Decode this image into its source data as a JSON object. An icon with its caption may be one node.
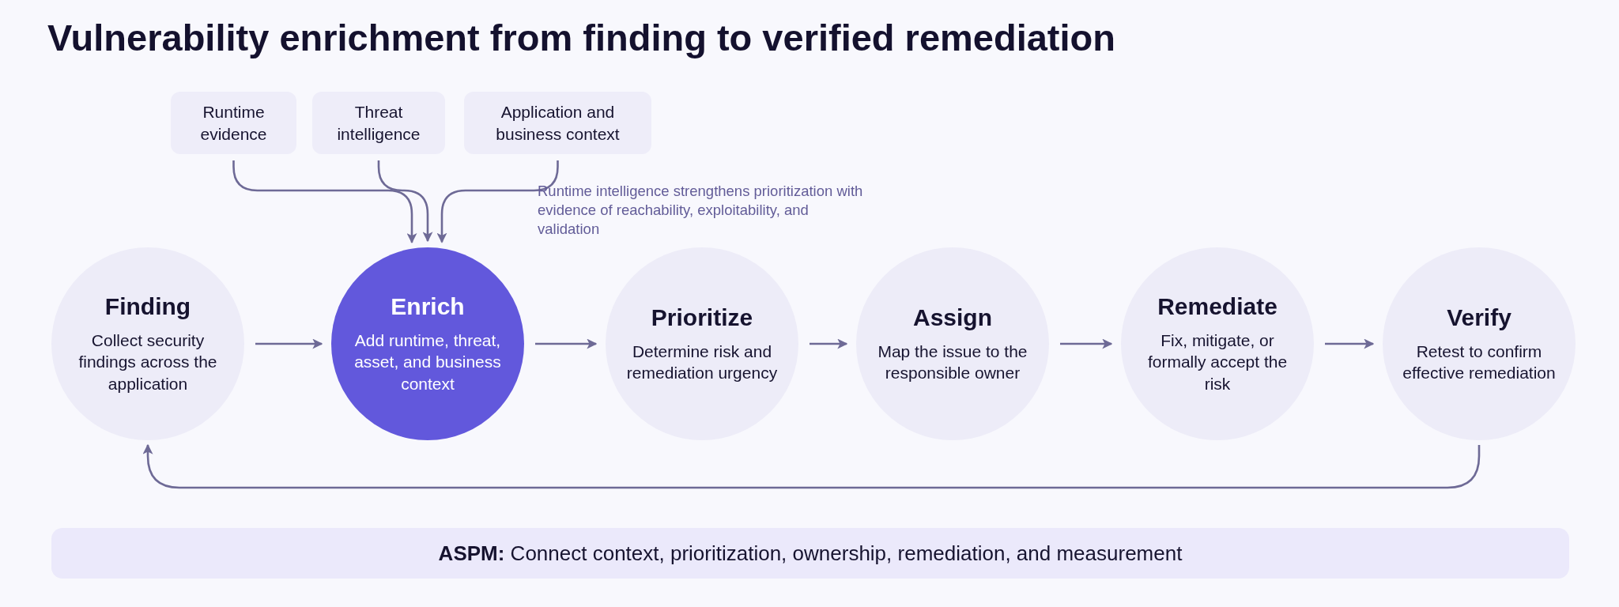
{
  "diagram": {
    "title": "Vulnerability enrichment from finding to verified remediation",
    "nodes": [
      {
        "text": [
          "Runtime evidence"
        ]
      },
      {
        "text": [
          "Threat intelligence"
        ]
      },
      {
        "text": [
          "Application and business context"
        ]
      },
      {
        "text": [
          "Finding",
          "Collect security findings across the application"
        ]
      },
      {
        "text": [
          "Enrich",
          "Add runtime, threat, asset, and business context"
        ]
      },
      {
        "text": [
          "Prioritize",
          "Determine risk and remediation urgency"
        ]
      },
      {
        "text": [
          "Assign",
          "Map the issue to the responsible owner"
        ]
      },
      {
        "text": [
          "Remediate",
          "Fix, mitigate, or formally accept the risk"
        ]
      },
      {
        "text": [
          "Verify",
          "Retest to confirm effective remediation"
        ]
      },
      {
        "text": [
          "**ASPM:** Connect context, prioritization, ownership, remediation, and measurement"
        ]
      }
    ],
    "edges": [
      {
        "from": 0,
        "to": 4,
        "arrow": "to"
      },
      {
        "from": 1,
        "to": 4,
        "arrow": "to"
      },
      {
        "from": 2,
        "to": 4,
        "arrow": "to"
      },
      {
        "from": 3,
        "to": 4,
        "arrow": "to"
      },
      {
        "from": 4,
        "to": 5,
        "arrow": "to"
      },
      {
        "from": 5,
        "to": 6,
        "arrow": "to"
      },
      {
        "from": 6,
        "to": 7,
        "arrow": "to"
      },
      {
        "from": 7,
        "to": 8,
        "arrow": "to"
      },
      {
        "from": 8,
        "to": 3,
        "arrow": "to"
      }
    ],
    "labels": [
      "Runtime intelligence strengthens prioritization with evidence of reachability, exploitability, and validation"
    ]
  }
}
